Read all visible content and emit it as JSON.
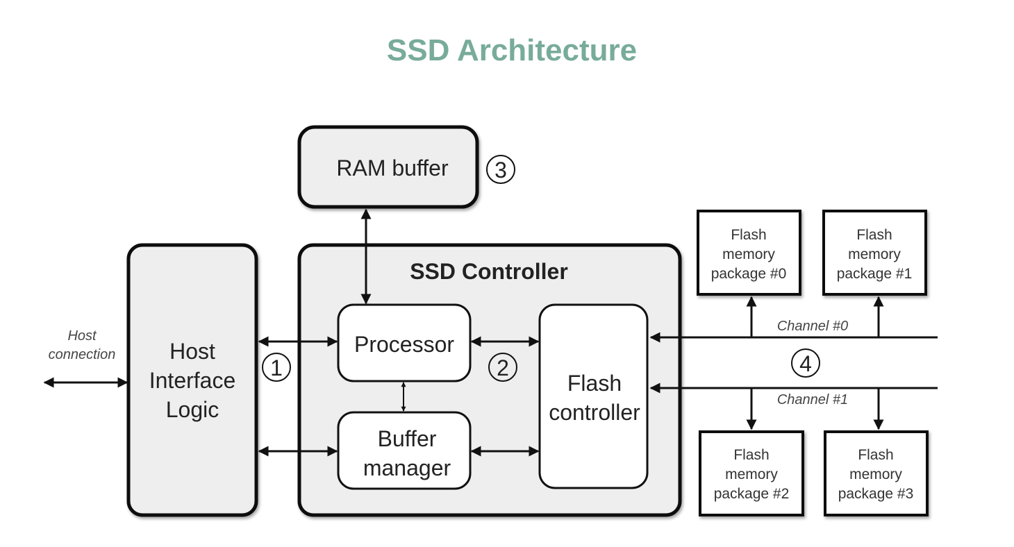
{
  "title": "SSD Architecture",
  "colors": {
    "title": "#78ab9a",
    "box_fill_gray": "#eeeeee",
    "box_fill_white": "#ffffff",
    "stroke": "#111111"
  },
  "host_connection": {
    "line1": "Host",
    "line2": "connection"
  },
  "host_interface": {
    "line1": "Host",
    "line2": "Interface",
    "line3": "Logic"
  },
  "ram_buffer": {
    "label": "RAM buffer"
  },
  "ssd_controller": {
    "label": "SSD Controller"
  },
  "processor": {
    "label": "Processor"
  },
  "buffer_manager": {
    "line1": "Buffer",
    "line2": "manager"
  },
  "flash_controller": {
    "line1": "Flash",
    "line2": "controller"
  },
  "markers": {
    "m1": "1",
    "m2": "2",
    "m3": "3",
    "m4": "4"
  },
  "channels": {
    "c0": "Channel #0",
    "c1": "Channel #1"
  },
  "packages": [
    {
      "line1": "Flash",
      "line2": "memory",
      "line3": "package #0"
    },
    {
      "line1": "Flash",
      "line2": "memory",
      "line3": "package #1"
    },
    {
      "line1": "Flash",
      "line2": "memory",
      "line3": "package #2"
    },
    {
      "line1": "Flash",
      "line2": "memory",
      "line3": "package #3"
    }
  ]
}
